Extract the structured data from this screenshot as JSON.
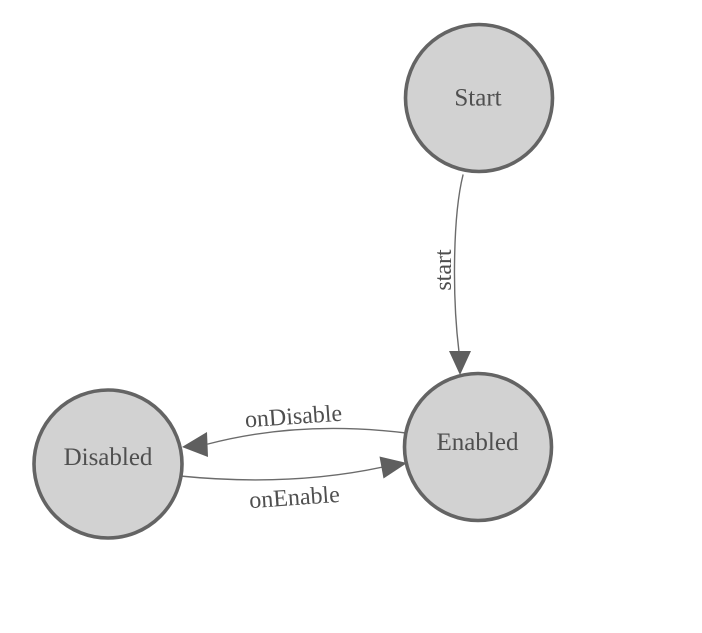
{
  "diagram": {
    "type": "state-machine",
    "background": "#ffffff",
    "colors": {
      "node_fill": "#d2d2d2",
      "node_stroke": "#646464",
      "edge_line": "#6b6b6b",
      "arrow_fill": "#5f5f5f",
      "label_text": "#4f4f4f"
    },
    "nodes": [
      {
        "id": "start",
        "label": "Start"
      },
      {
        "id": "enabled",
        "label": "Enabled"
      },
      {
        "id": "disabled",
        "label": "Disabled"
      }
    ],
    "edges": [
      {
        "from": "Start",
        "to": "Enabled",
        "label": "start"
      },
      {
        "from": "Enabled",
        "to": "Disabled",
        "label": "onDisable"
      },
      {
        "from": "Disabled",
        "to": "Enabled",
        "label": "onEnable"
      }
    ]
  }
}
